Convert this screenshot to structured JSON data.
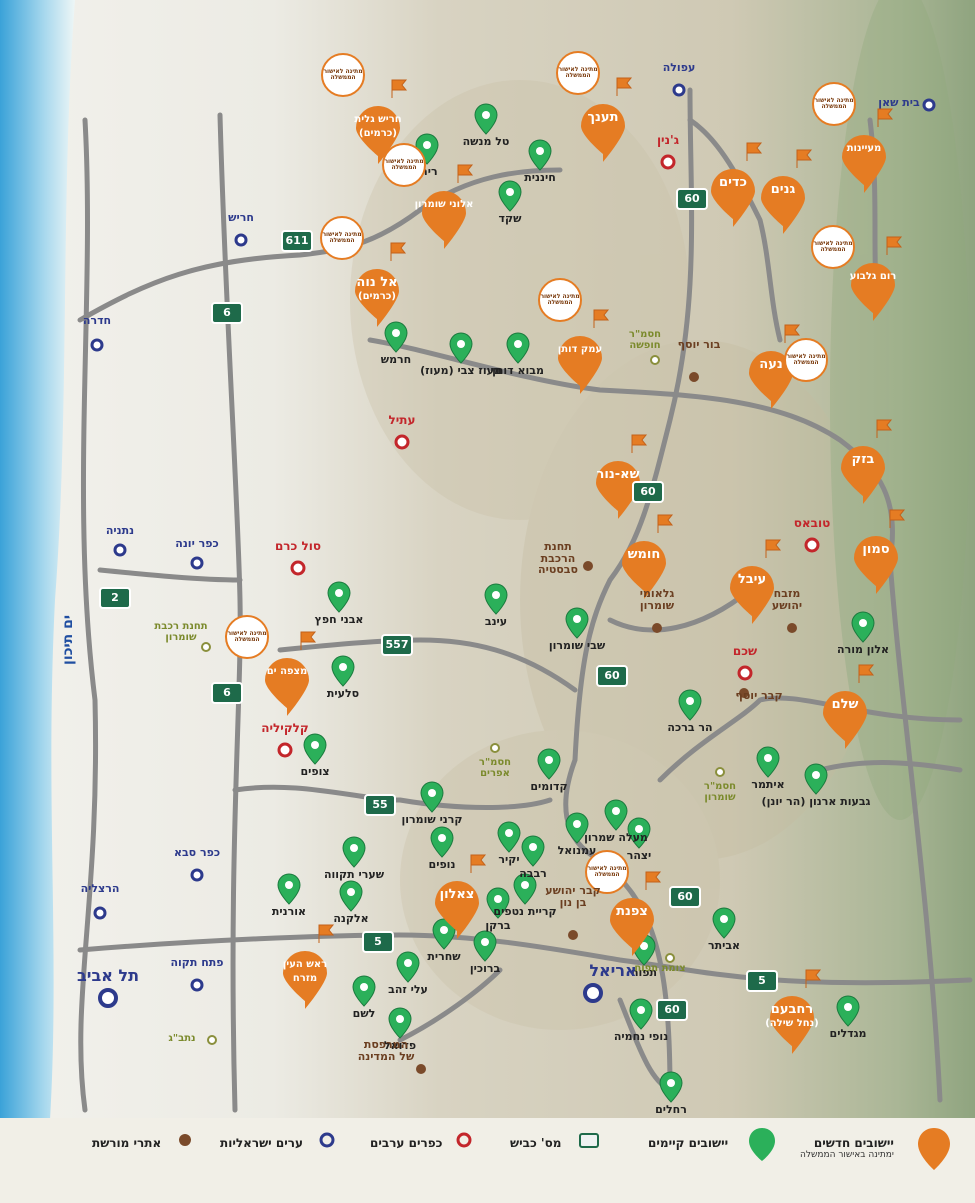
{
  "sea_label": "ים תיכון",
  "approval_badge_text": "מתינה לאישור הממשלה",
  "colors": {
    "new_settlement": "#e57c23",
    "existing_settlement": "#2bb05a",
    "israeli_city": "#2d3a8c",
    "arab_village": "#c3262b",
    "heritage": "#7a4a2a",
    "road": "#7b7b7b",
    "road_sign": "#1e6a4a"
  },
  "roads": [
    {
      "label": "611"
    },
    {
      "label": "6"
    },
    {
      "label": "60"
    },
    {
      "label": "60"
    },
    {
      "label": "2"
    },
    {
      "label": "557"
    },
    {
      "label": "6"
    },
    {
      "label": "60"
    },
    {
      "label": "55"
    },
    {
      "label": "60"
    },
    {
      "label": "5"
    },
    {
      "label": "5"
    },
    {
      "label": "60"
    }
  ],
  "new_settlements": [
    {
      "name": "חריש גלית",
      "sub": "(כרמים)",
      "approval": true
    },
    {
      "name": "אלוני שומרון",
      "sub": "",
      "approval": true
    },
    {
      "name": "אל נוה",
      "sub": "(כרמים)",
      "approval": true
    },
    {
      "name": "תענך",
      "sub": "",
      "approval": true
    },
    {
      "name": "כדים",
      "sub": "",
      "approval": false
    },
    {
      "name": "גנים",
      "sub": "",
      "approval": false
    },
    {
      "name": "מעיינות",
      "sub": "",
      "approval": true
    },
    {
      "name": "רום גלבוע",
      "sub": "",
      "approval": true
    },
    {
      "name": "עמק דותן",
      "sub": "",
      "approval": true
    },
    {
      "name": "נעה",
      "sub": "",
      "approval": true
    },
    {
      "name": "בזק",
      "sub": "",
      "approval": false
    },
    {
      "name": "שא-נור",
      "sub": "",
      "approval": false
    },
    {
      "name": "חומש",
      "sub": "",
      "approval": false
    },
    {
      "name": "עיבל",
      "sub": "",
      "approval": false
    },
    {
      "name": "סמון",
      "sub": "",
      "approval": false
    },
    {
      "name": "מצפה ים",
      "sub": "",
      "approval": true
    },
    {
      "name": "שלם",
      "sub": "",
      "approval": false
    },
    {
      "name": "צאלון",
      "sub": "",
      "approval": false
    },
    {
      "name": "צפנת",
      "sub": "",
      "approval": true
    },
    {
      "name": "ראש העין",
      "sub": "מזרח",
      "approval": false
    },
    {
      "name": "רחבעם",
      "sub": "(נחל שילה)",
      "approval": false
    }
  ],
  "existing_settlements": [
    {
      "name": "טל מנשה"
    },
    {
      "name": "ריחן"
    },
    {
      "name": "חיננית"
    },
    {
      "name": "שקד"
    },
    {
      "name": "חרמש"
    },
    {
      "name": "מעוז צבי (מעוז)"
    },
    {
      "name": "מבוא דותן"
    },
    {
      "name": "אבני חפץ"
    },
    {
      "name": "עינב"
    },
    {
      "name": "שבי שומרון"
    },
    {
      "name": "סלעית"
    },
    {
      "name": "צופים"
    },
    {
      "name": "קדומים"
    },
    {
      "name": "אלון מורה"
    },
    {
      "name": "הר ברכה"
    },
    {
      "name": "איתמר"
    },
    {
      "name": "גבעות ארנון (הר יונן)"
    },
    {
      "name": "קרני שומרון"
    },
    {
      "name": "שערי תקווה"
    },
    {
      "name": "נופים"
    },
    {
      "name": "יקיר"
    },
    {
      "name": "רבבה"
    },
    {
      "name": "עמנואל"
    },
    {
      "name": "מעלה שמרון"
    },
    {
      "name": "יצהר"
    },
    {
      "name": "אורנית"
    },
    {
      "name": "אלקנה"
    },
    {
      "name": "קריית נטפים"
    },
    {
      "name": "ברקן"
    },
    {
      "name": "שחרית"
    },
    {
      "name": "ברוכין"
    },
    {
      "name": "עלי זהב"
    },
    {
      "name": "לשם"
    },
    {
      "name": "פדואל"
    },
    {
      "name": "תפוח"
    },
    {
      "name": "אביתר"
    },
    {
      "name": "נופי נחמיה"
    },
    {
      "name": "רחלים"
    },
    {
      "name": "מגדלים"
    }
  ],
  "israeli_cities": [
    {
      "name": "עפולה"
    },
    {
      "name": "בית שאן"
    },
    {
      "name": "חריש"
    },
    {
      "name": "חדרה"
    },
    {
      "name": "נתניה"
    },
    {
      "name": "כפר יונה"
    },
    {
      "name": "הרצליה"
    },
    {
      "name": "כפר סבא"
    },
    {
      "name": "תל אביב"
    },
    {
      "name": "פתח תקוה"
    },
    {
      "name": "אריאל"
    }
  ],
  "arab_villages": [
    {
      "name": "ג'נין"
    },
    {
      "name": "עתיל"
    },
    {
      "name": "טובאס"
    },
    {
      "name": "סול כרם"
    },
    {
      "name": "שכם"
    },
    {
      "name": "קלקיליה"
    }
  ],
  "heritage_sites": [
    {
      "name": "בור יוסף"
    },
    {
      "name": "תחנת הרכבת סבסטיה"
    },
    {
      "name": "מזבח יהושע"
    },
    {
      "name": "גלאומי שומרון"
    },
    {
      "name": "קבר יוסף"
    },
    {
      "name": "קבר יהושע בן נון"
    },
    {
      "name": "המרפסת של המדינה"
    }
  ],
  "reserves": [
    {
      "name": "חסמ\"ר חופשה"
    },
    {
      "name": "תחנת רכבת שומרון"
    },
    {
      "name": "חסמ\"ר אפרים"
    },
    {
      "name": "חסמ\"ר שומרון"
    },
    {
      "name": "צומת תפוח"
    },
    {
      "name": "נתב\"ג"
    }
  ],
  "legend": {
    "new": "יישובים חדשים",
    "new_sub": "ימתינה באישור הממשלה",
    "existing": "יישובים קיימים",
    "road": "מס' כביש",
    "village": "כפרים ערבים",
    "city": "ערים ישראליות",
    "heritage": "אתרי מורשת"
  }
}
